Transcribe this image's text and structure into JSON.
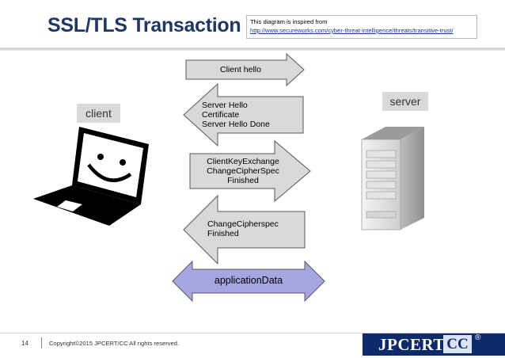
{
  "header": {
    "title": "SSL/TLS Transaction",
    "note_line1": "This diagram is inspired from",
    "note_link": "http://www.secureworks.com/cyber-threat-intelligence/threats/transitive-trust/"
  },
  "diagram": {
    "client_label": "client",
    "server_label": "server",
    "messages": [
      {
        "lines": [
          "Client hello"
        ],
        "direction": "to-server"
      },
      {
        "lines": [
          "Server Hello",
          "Certificate",
          "Server Hello Done"
        ],
        "direction": "to-client"
      },
      {
        "lines": [
          "ClientKeyExchange",
          "ChangeCipherSpec",
          "Finished"
        ],
        "direction": "to-server"
      },
      {
        "lines": [
          "ChangeCipherspec",
          "Finished"
        ],
        "direction": "to-client"
      },
      {
        "lines": [
          "applicationData"
        ],
        "direction": "both"
      }
    ],
    "colors": {
      "arrow_fill": "#d9d9d9",
      "arrow_stroke": "#595959",
      "app_data_fill": "#a6a6e0",
      "title": "#1f3763"
    }
  },
  "footer": {
    "page_number": "14",
    "copyright": "Copyright©2015 JPCERT/CC All rights reserved.",
    "logo_text": "JPCERT",
    "logo_cc": "CC",
    "logo_reg": "®"
  }
}
